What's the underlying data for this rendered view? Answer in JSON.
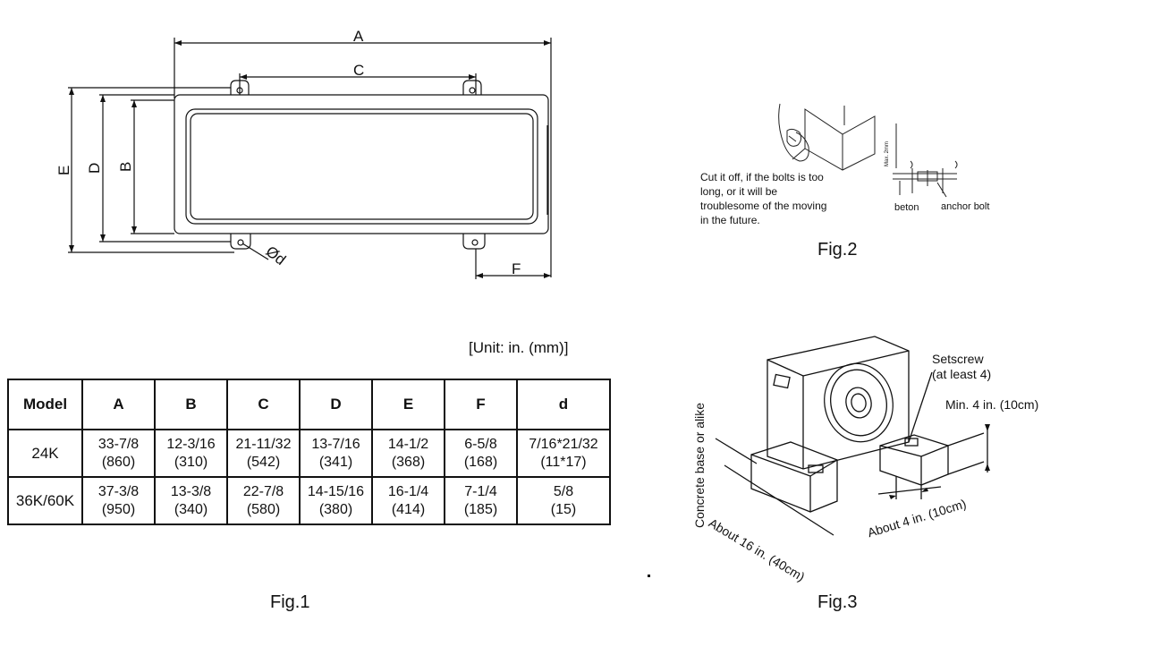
{
  "fig1": {
    "caption": "Fig.1",
    "dims": {
      "A": "A",
      "B": "B",
      "C": "C",
      "D": "D",
      "E": "E",
      "F": "F",
      "phi_d": "Ød"
    }
  },
  "unit_note": "[Unit: in. (mm)]",
  "table": {
    "headers": [
      "Model",
      "A",
      "B",
      "C",
      "D",
      "E",
      "F",
      "d"
    ],
    "rows": [
      {
        "model": "24K",
        "cells": [
          [
            "33-7/8",
            "(860)"
          ],
          [
            "12-3/16",
            "(310)"
          ],
          [
            "21-11/32",
            "(542)"
          ],
          [
            "13-7/16",
            "(341)"
          ],
          [
            "14-1/2",
            "(368)"
          ],
          [
            "6-5/8",
            "(168)"
          ],
          [
            "7/16*21/32",
            "(11*17)"
          ]
        ]
      },
      {
        "model": "36K/60K",
        "cells": [
          [
            "37-3/8",
            "(950)"
          ],
          [
            "13-3/8",
            "(340)"
          ],
          [
            "22-7/8",
            "(580)"
          ],
          [
            "14-15/16",
            "(380)"
          ],
          [
            "16-1/4",
            "(414)"
          ],
          [
            "7-1/4",
            "(185)"
          ],
          [
            "5/8",
            "(15)"
          ]
        ]
      }
    ]
  },
  "fig2": {
    "caption": "Fig.2",
    "note": [
      "Cut  it off, if the bolts is too",
      "long, or it will be",
      "troublesome of the moving",
      "in the future."
    ],
    "beton": "beton",
    "anchor_bolt": "anchor bolt",
    "max_label": "Max. 2mm"
  },
  "fig3": {
    "caption": "Fig.3",
    "setscrew": [
      "Setscrew",
      "(at least 4)"
    ],
    "min_height": "Min. 4 in. (10cm)",
    "concrete": "Concrete base or alike",
    "about16": "About 16 in. (40cm)",
    "about4": "About 4 in. (10cm)"
  }
}
